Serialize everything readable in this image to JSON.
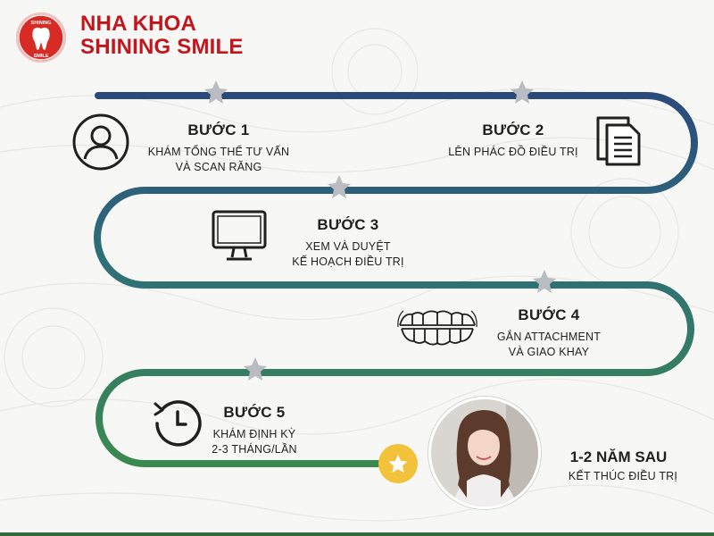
{
  "brand": {
    "logo_text": "SHINING SMILE",
    "line1": "NHA KHOA",
    "line2": "SHINING SMILE"
  },
  "colors": {
    "brand_red": "#c3161c",
    "road_blue": "#2b4a7c",
    "road_teal": "#2f6f78",
    "road_green": "#3a8a4f",
    "star_gray": "#b9bcc0",
    "goal_star": "#f2c23a"
  },
  "steps": [
    {
      "title": "BƯỚC 1",
      "desc": "KHÁM TỔNG THỂ TƯ VẤN\nVÀ SCAN RĂNG",
      "icon": "user-icon"
    },
    {
      "title": "BƯỚC 2",
      "desc": "LÊN PHÁC ĐỒ ĐIỀU TRỊ",
      "icon": "documents-icon"
    },
    {
      "title": "BƯỚC 3",
      "desc": "XEM VÀ DUYỆT\nKẾ HOẠCH ĐIỀU TRỊ",
      "icon": "monitor-icon"
    },
    {
      "title": "BƯỚC 4",
      "desc": "GẮN ATTACHMENT\nVÀ GIAO KHAY",
      "icon": "teeth-aligner-icon"
    },
    {
      "title": "BƯỚC 5",
      "desc": "KHÁM ĐỊNH KỲ\n2-3 THÁNG/LẦN",
      "icon": "clock-history-icon"
    }
  ],
  "final": {
    "title": "1-2 NĂM SAU",
    "desc": "KẾT THÚC ĐIỀU TRỊ",
    "avatar_icon": "patient-photo"
  }
}
